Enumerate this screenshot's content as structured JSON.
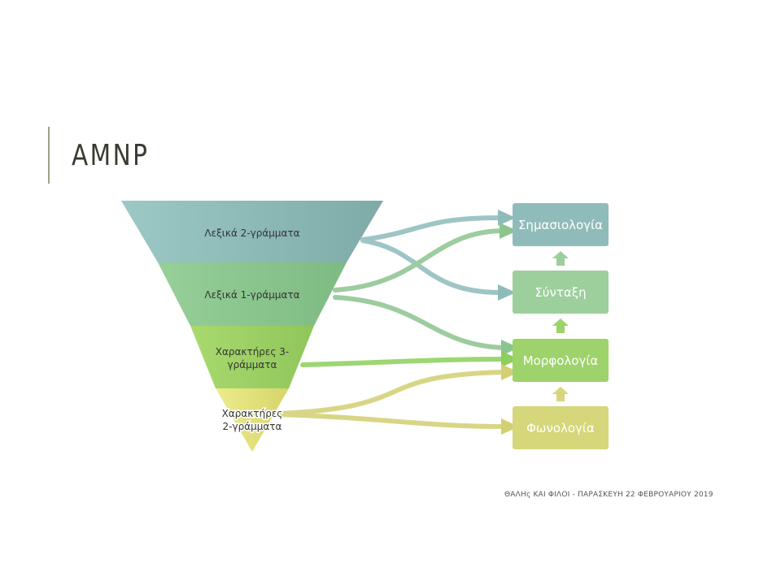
{
  "slide": {
    "title": "AMNP",
    "footer": "ΘΑΛΗς ΚΑΙ ΦΙΛΟΙ - ΠΑΡΑΣΚΕΥΗ 22 ΦΕΒΡΟΥΑΡΙΟΥ 2019"
  },
  "funnel": {
    "levels": [
      {
        "line1": "Λεξικά 2-γράμματα",
        "line2": "",
        "color": "#8fbcba"
      },
      {
        "line1": "Λεξικά 1-γράμματα",
        "line2": "",
        "color": "#8cc490"
      },
      {
        "line1": "Χαρακτήρες 3-",
        "line2": "γράμματα",
        "color": "#9ed26b"
      },
      {
        "line1": "Χαρακτήρες",
        "line2": "2-γράμματα",
        "color": "#dede7a"
      }
    ]
  },
  "stack": {
    "boxes": [
      {
        "label": "Σημασιολογία",
        "color": "#8fbcba"
      },
      {
        "label": "Σύνταξη",
        "color": "#9ccf9b"
      },
      {
        "label": "Μορφολογία",
        "color": "#9ed26b"
      },
      {
        "label": "Φωνολογία",
        "color": "#d6d67a"
      }
    ]
  }
}
